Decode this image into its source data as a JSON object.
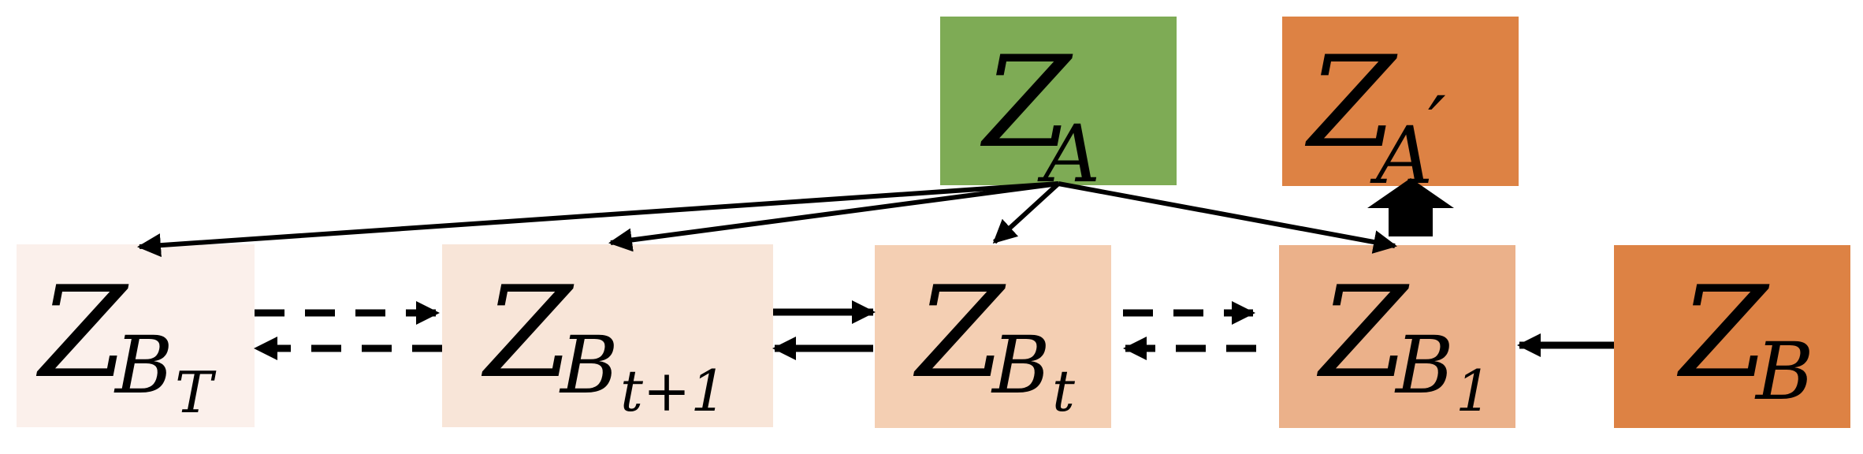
{
  "nodes": {
    "z_a": {
      "base": "Z",
      "sub": "A",
      "color": "#7eab55"
    },
    "z_a_prime": {
      "base": "Z",
      "sub": "A",
      "prime": "′",
      "color": "#dd8244"
    },
    "z_b_T": {
      "base": "Z",
      "sub": "B",
      "subsub": "T",
      "color": "#fbf0eb"
    },
    "z_b_t_plus": {
      "base": "Z",
      "sub": "B",
      "subsub": "t+1",
      "color": "#f8e5d8"
    },
    "z_b_t": {
      "base": "Z",
      "sub": "B",
      "subsub": "t",
      "color": "#f4cfb3"
    },
    "z_b_1": {
      "base": "Z",
      "sub": "B",
      "subsub": "1",
      "color": "#ebb18a"
    },
    "z_b": {
      "base": "Z",
      "sub": "B",
      "color": "#dd8244"
    }
  }
}
